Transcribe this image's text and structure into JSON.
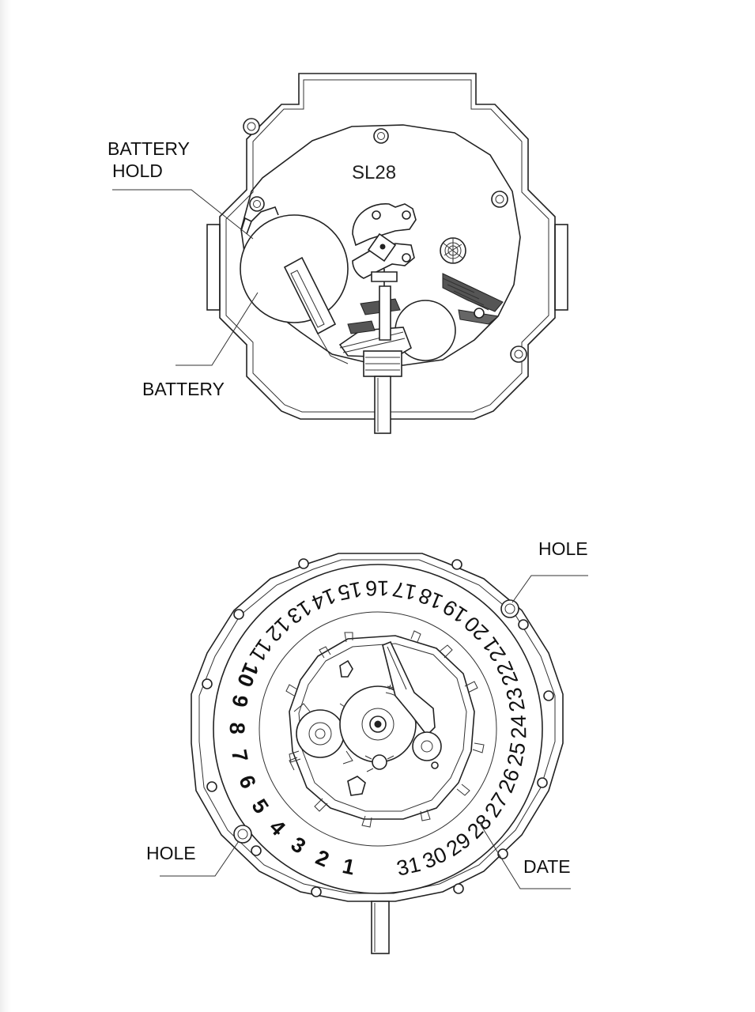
{
  "top_view": {
    "model": "SL28",
    "labels": {
      "battery_hold_line1": "BATTERY",
      "battery_hold_line2": "HOLD",
      "battery": "BATTERY"
    }
  },
  "bottom_view": {
    "labels": {
      "hole_top": "HOLE",
      "hole_bottom": "HOLE",
      "date": "DATE"
    },
    "date_numbers": [
      "1",
      "2",
      "3",
      "4",
      "5",
      "6",
      "7",
      "8",
      "9",
      "10",
      "11",
      "12",
      "13",
      "14",
      "15",
      "16",
      "17",
      "18",
      "19",
      "20",
      "21",
      "22",
      "23",
      "24",
      "25",
      "26",
      "27",
      "28",
      "29",
      "30",
      "31"
    ]
  }
}
